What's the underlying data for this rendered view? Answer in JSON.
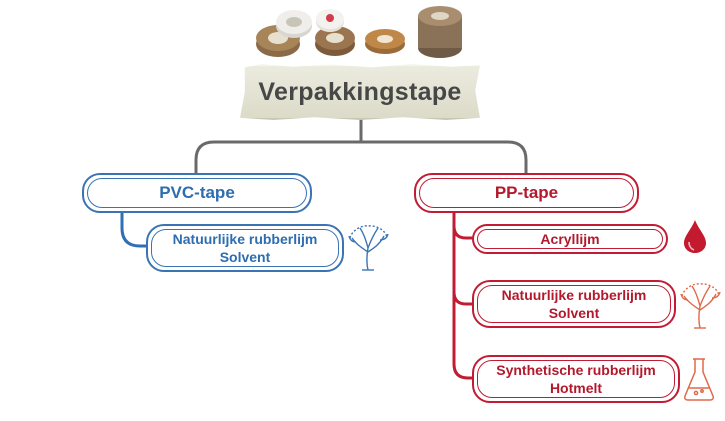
{
  "root": {
    "title": "Verpakkingstape"
  },
  "branches": [
    {
      "label": "PVC-tape",
      "color": "#2d6db0",
      "children": [
        {
          "line1": "Natuurlijke rubberlijm",
          "line2": "Solvent",
          "icon": "tree-icon"
        }
      ]
    },
    {
      "label": "PP-tape",
      "color": "#b3192d",
      "children": [
        {
          "line1": "Acryllijm",
          "line2": "",
          "icon": "drop-icon"
        },
        {
          "line1": "Natuurlijke rubberlijm",
          "line2": "Solvent",
          "icon": "tree-icon"
        },
        {
          "line1": "Synthetische rubberlijm",
          "line2": "Hotmelt",
          "icon": "flask-icon"
        }
      ]
    }
  ]
}
